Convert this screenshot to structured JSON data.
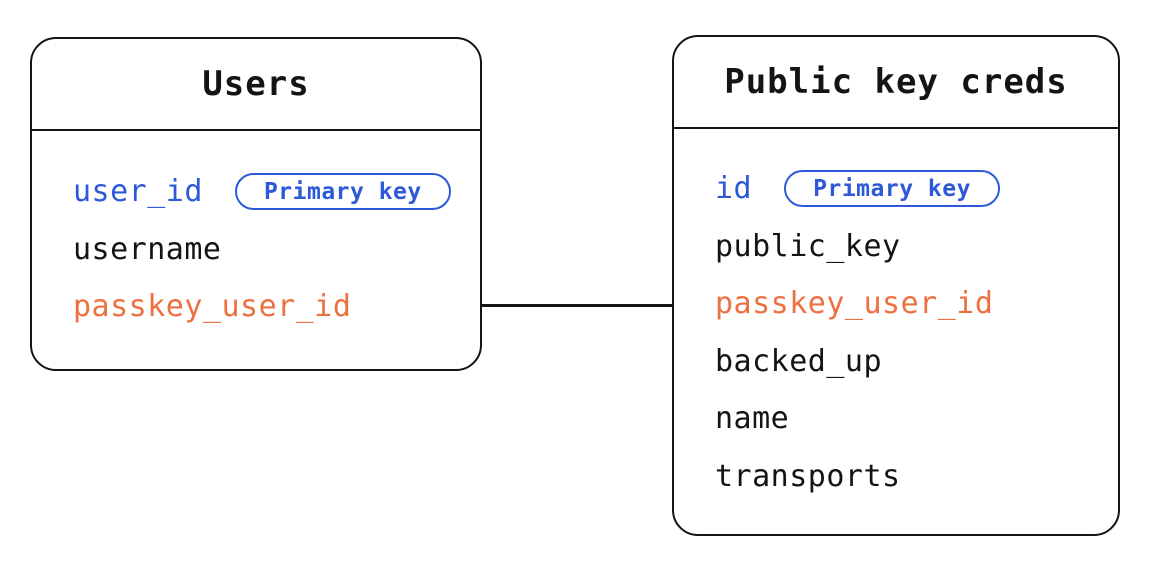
{
  "diagram": {
    "type": "entity-relationship",
    "colors": {
      "stroke": "#141414",
      "primary_key_blue": "#2D59D9",
      "foreign_key_orange": "#ED7140",
      "background": "#FFFFFF"
    },
    "tables": [
      {
        "title": "Users",
        "fields": [
          {
            "name": "user_id",
            "role": "primary-key",
            "badge": "Primary key"
          },
          {
            "name": "username",
            "role": "plain"
          },
          {
            "name": "passkey_user_id",
            "role": "foreign-key"
          }
        ]
      },
      {
        "title": "Public key creds",
        "fields": [
          {
            "name": "id",
            "role": "primary-key",
            "badge": "Primary key"
          },
          {
            "name": "public_key",
            "role": "plain"
          },
          {
            "name": "passkey_user_id",
            "role": "foreign-key"
          },
          {
            "name": "backed_up",
            "role": "plain"
          },
          {
            "name": "name",
            "role": "plain"
          },
          {
            "name": "transports",
            "role": "plain"
          }
        ]
      }
    ],
    "connection": {
      "between": [
        "Users",
        "Public key creds"
      ],
      "at_field": "passkey_user_id"
    }
  }
}
